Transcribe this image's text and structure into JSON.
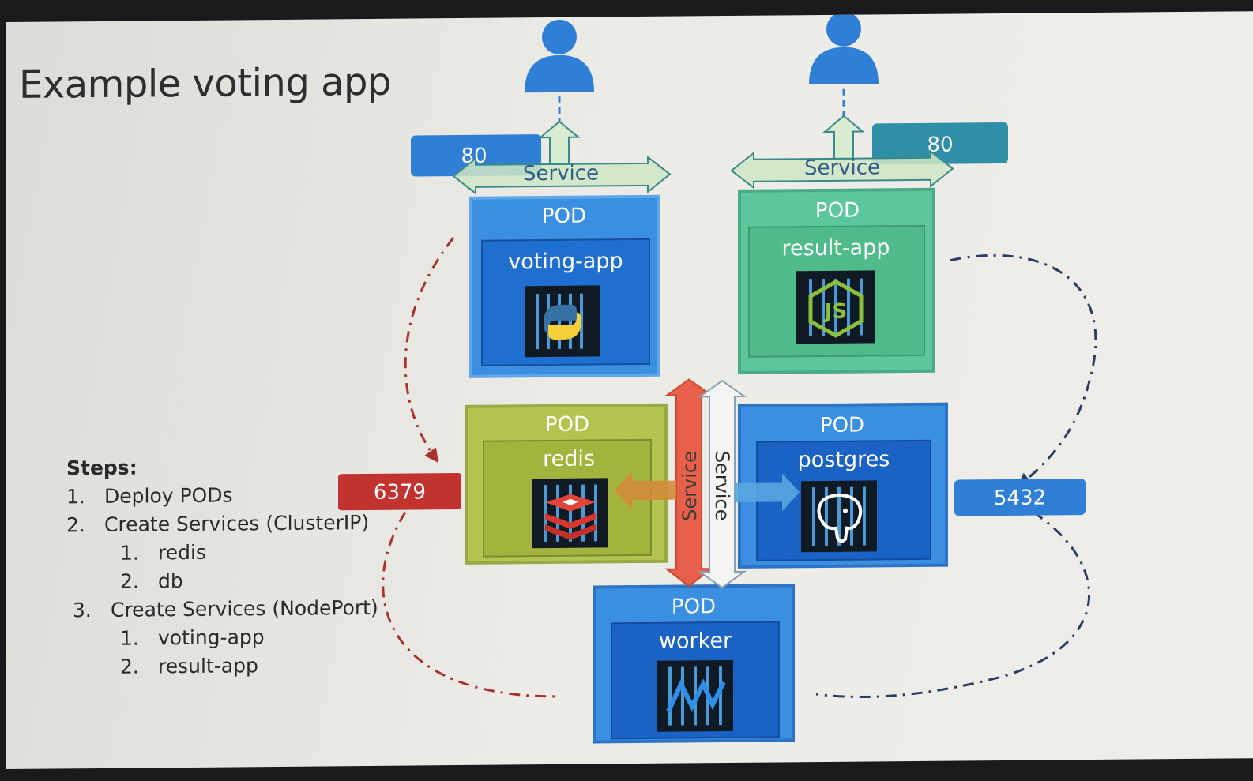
{
  "slide": {
    "title": "Example voting app"
  },
  "steps": {
    "heading": "Steps:",
    "items": [
      {
        "num": "1.",
        "text": "Deploy PODs",
        "level": 1
      },
      {
        "num": "2.",
        "text": "Create Services (ClusterIP)",
        "level": 1
      },
      {
        "num": "1.",
        "text": "redis",
        "level": 2
      },
      {
        "num": "2.",
        "text": "db",
        "level": 2
      },
      {
        "num": "3.",
        "text": "Create Services (NodePort)",
        "level": 1
      },
      {
        "num": "1.",
        "text": "voting-app",
        "level": 2
      },
      {
        "num": "2.",
        "text": "result-app",
        "level": 2
      }
    ]
  },
  "pods": {
    "voting": {
      "kind": "POD",
      "name": "voting-app",
      "icon": "python-icon"
    },
    "result": {
      "kind": "POD",
      "name": "result-app",
      "icon": "nodejs-icon"
    },
    "redis": {
      "kind": "POD",
      "name": "redis",
      "icon": "redis-icon"
    },
    "postgres": {
      "kind": "POD",
      "name": "postgres",
      "icon": "postgresql-icon"
    },
    "worker": {
      "kind": "POD",
      "name": "worker",
      "icon": "dotnet-icon"
    }
  },
  "services": {
    "voting": {
      "label": "Service",
      "port": "80"
    },
    "result": {
      "label": "Service",
      "port": "80"
    },
    "internal": {
      "label_left": "Service",
      "label_right": "Service"
    },
    "redis_port": "6379",
    "db_port": "5432"
  },
  "colors": {
    "blue": "#2f7fd6",
    "blue_dark": "#1a62c4",
    "green": "#5cc79a",
    "olive": "#b5c451",
    "red": "#c2322e",
    "teal": "#2e8fa6",
    "orange_arrow": "#e8604a"
  }
}
